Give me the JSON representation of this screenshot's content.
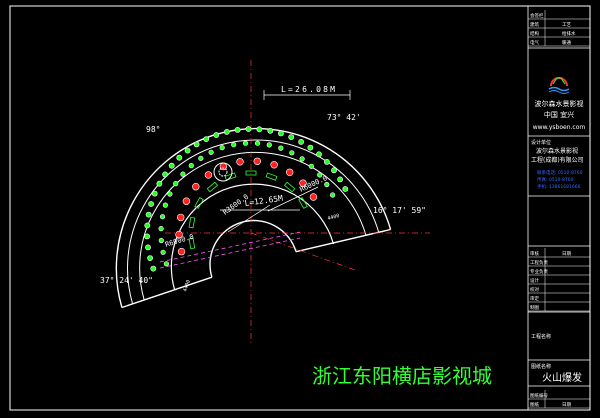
{
  "drawing": {
    "dimensions": {
      "arc_length_outer": "L=26.08M",
      "arc_length_inner": "L=12.65M",
      "radius_inner": "R3600.0",
      "radius_middle": "R6000.0",
      "radius_left": "R6000.0",
      "width_right": "4400",
      "width_left": "4400"
    },
    "angles": {
      "top_left": "98°",
      "top_right": "73° 42'",
      "right": "16° 17' 59\"",
      "bottom_left": "37° 24' 40\""
    },
    "bottom_title": "浙江东阳横店影视城"
  },
  "title_block": {
    "header_rows": [
      {
        "label": "会签栏",
        "value": ""
      },
      {
        "label": "建筑",
        "value": "工艺"
      },
      {
        "label": "结构",
        "value": "给排水"
      },
      {
        "label": "电气",
        "value": "暖通"
      }
    ],
    "company_cn": "波尔森水景影视",
    "country": "中国  宜兴",
    "website": "www.ysboen.com",
    "design_unit_label": "设计单位",
    "company_name_1": "波尔森水景影视",
    "company_name_2": "工程(成都)有限公司",
    "contact_lines": [
      "联系电话: 0510-8760",
      "传真: 0510-8760",
      "手机: 13861681666"
    ],
    "mid_rows": [
      {
        "label": "审核",
        "value": "日期"
      },
      {
        "label": "工程负责",
        "value": ""
      },
      {
        "label": "专业负责",
        "value": ""
      },
      {
        "label": "设计",
        "value": ""
      },
      {
        "label": "校对",
        "value": ""
      },
      {
        "label": "审定",
        "value": ""
      },
      {
        "label": "制图",
        "value": ""
      }
    ],
    "project_name_label": "工程名称",
    "drawing_name_label": "图纸名称",
    "drawing_name": "火山爆发",
    "bottom_rows": [
      {
        "label": "图纸编号",
        "value": ""
      },
      {
        "label": "图纸",
        "value": "日期"
      }
    ]
  }
}
